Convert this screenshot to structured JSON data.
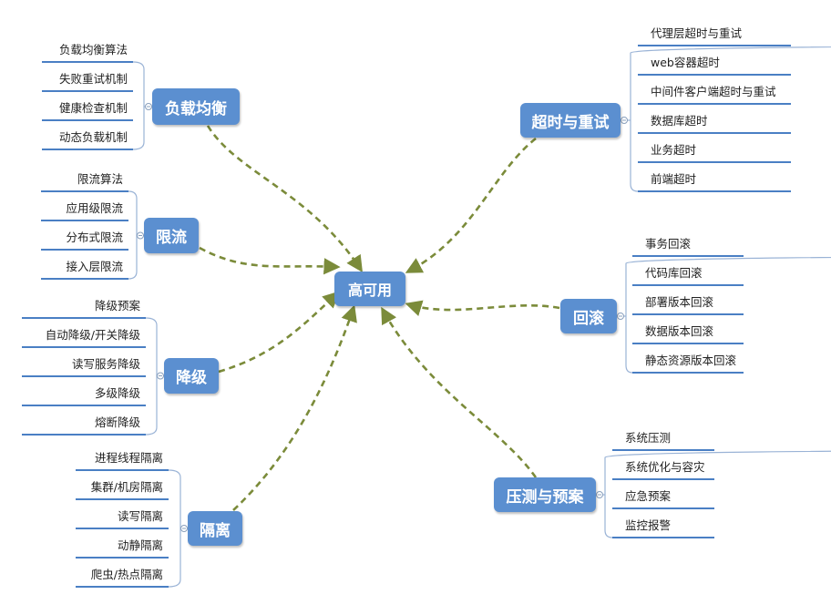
{
  "center": "高可用",
  "branches": [
    {
      "label": "负载均衡",
      "items": [
        "负载均衡算法",
        "失败重试机制",
        "健康检查机制",
        "动态负载机制"
      ]
    },
    {
      "label": "限流",
      "items": [
        "限流算法",
        "应用级限流",
        "分布式限流",
        "接入层限流"
      ]
    },
    {
      "label": "降级",
      "items": [
        "降级预案",
        "自动降级/开关降级",
        "读写服务降级",
        "多级降级",
        "熔断降级"
      ]
    },
    {
      "label": "隔离",
      "items": [
        "进程线程隔离",
        "集群/机房隔离",
        "读写隔离",
        "动静隔离",
        "爬虫/热点隔离"
      ]
    },
    {
      "label": "超时与重试",
      "items": [
        "代理层超时与重试",
        "web容器超时",
        "中间件客户端超时与重试",
        "数据库超时",
        "业务超时",
        "前端超时"
      ]
    },
    {
      "label": "回滚",
      "items": [
        "事务回滚",
        "代码库回滚",
        "部署版本回滚",
        "数据版本回滚",
        "静态资源版本回滚"
      ]
    },
    {
      "label": "压测与预案",
      "items": [
        "系统压测",
        "系统优化与容灾",
        "应急预案",
        "监控报警"
      ]
    }
  ],
  "colors": {
    "node": "#5b8fd0",
    "connector": "#7b8b3a",
    "underline": "#4a7fc4",
    "bracket": "#9ab3d6"
  }
}
